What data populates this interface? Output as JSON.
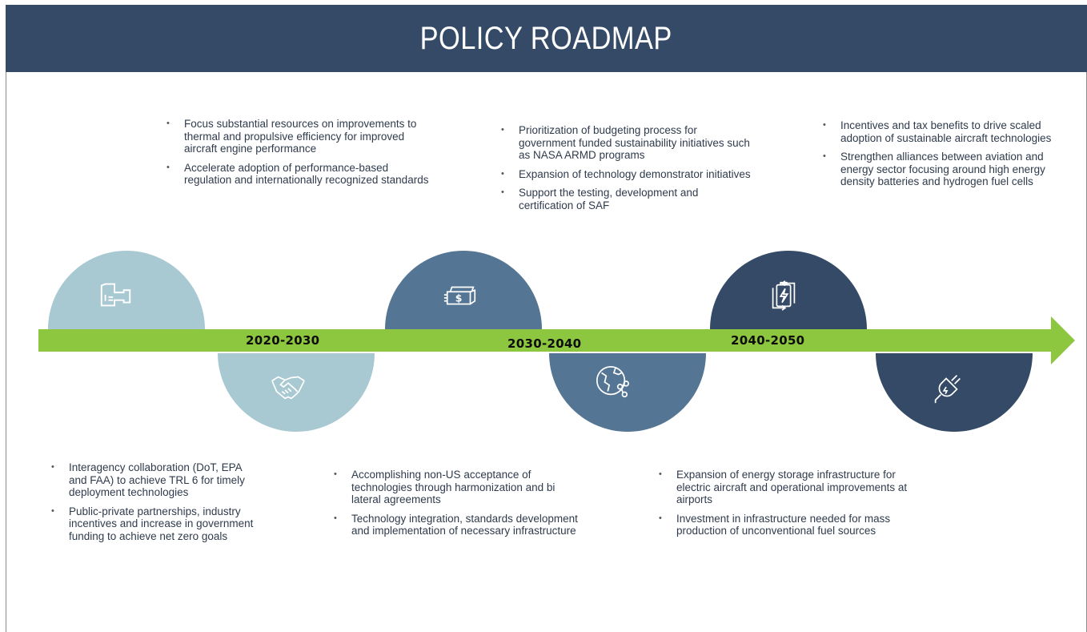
{
  "title": "POLICY ROADMAP",
  "colors": {
    "header": "#344a66",
    "arrow": "#8dc63f",
    "circle_light": "#a8c8d2",
    "circle_mid": "#557594",
    "circle_dark": "#344a66"
  },
  "periods": [
    "2020-2030",
    "2030-2040",
    "2040-2050"
  ],
  "top_blocks": [
    [
      "Focus substantial resources on improvements to thermal and propulsive efficiency for improved aircraft engine performance",
      "Accelerate adoption of performance-based regulation and internationally recognized standards"
    ],
    [
      "Prioritization  of budgeting process for government funded sustainability initiatives such as NASA ARMD programs",
      "Expansion of technology demonstrator initiatives",
      "Support the testing, development and certification of SAF"
    ],
    [
      "Incentives and tax benefits to drive scaled adoption of sustainable aircraft technologies",
      "Strengthen alliances between aviation and energy sector focusing around high energy density batteries and hydrogen fuel cells"
    ]
  ],
  "bottom_blocks": [
    [
      "Interagency collaboration (DoT, EPA and FAA) to achieve TRL 6 for timely deployment technologies",
      "Public-private partnerships, industry incentives and increase in government funding to achieve net zero goals"
    ],
    [
      "Accomplishing non-US acceptance of technologies through  harmonization and bi lateral agreements",
      "Technology integration, standards development and implementation of necessary infrastructure"
    ],
    [
      "Expansion of energy storage infrastructure for electric aircraft and operational improvements at airports",
      "Investment in infrastructure needed for mass production of unconventional fuel sources"
    ]
  ],
  "icons": [
    "engine-icon",
    "handshake-icon",
    "money-icon",
    "globe-network-icon",
    "battery-charging-icon",
    "plug-icon"
  ]
}
